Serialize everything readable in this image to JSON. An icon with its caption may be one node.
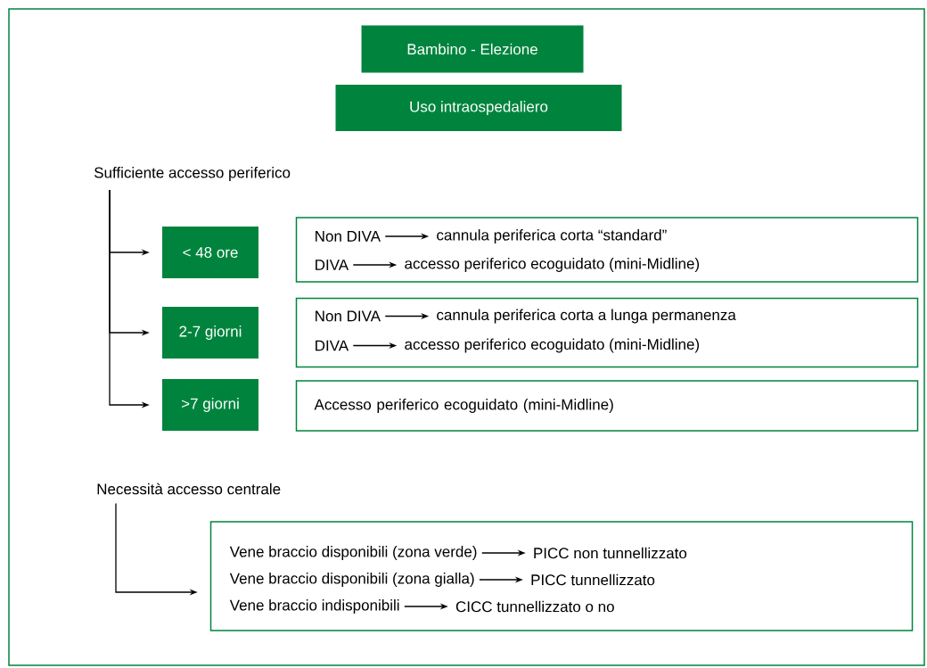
{
  "diagram": {
    "nodes": [
      {
        "text": [
          "Bambino - Elezione"
        ]
      },
      {
        "text": [
          "Uso intraospedaliero"
        ]
      },
      {
        "text": [
          "Sufficiente accesso periferico"
        ]
      },
      {
        "text": [
          "< 48 ore"
        ]
      },
      {
        "text": [],
        "shape": "box"
      },
      {
        "text": [
          "Non DIVA"
        ],
        "in": 4
      },
      {
        "text": [
          "cannula periferica corta “standard”"
        ],
        "in": 4
      },
      {
        "text": [
          "DIVA"
        ],
        "in": 4
      },
      {
        "text": [
          "accesso periferico ecoguidato (mini-Midline)"
        ],
        "in": 4
      },
      {
        "text": [
          "2-7 giorni"
        ]
      },
      {
        "text": [],
        "shape": "box"
      },
      {
        "text": [
          "Non DIVA"
        ],
        "in": 10
      },
      {
        "text": [
          "cannula periferica corta a lunga permanenza"
        ],
        "in": 10
      },
      {
        "text": [
          "DIVA"
        ],
        "in": 10
      },
      {
        "text": [
          "accesso periferico ecoguidato (mini-Midline)"
        ],
        "in": 10
      },
      {
        "text": [
          ">7 giorni"
        ]
      },
      {
        "text": [
          "Accesso periferico ecoguidato (mini-Midline)"
        ]
      },
      {
        "text": [
          "Necessità accesso centrale"
        ]
      },
      {
        "text": [],
        "shape": "box"
      },
      {
        "text": [
          "Vene braccio disponibili (zona verde)"
        ],
        "in": 18
      },
      {
        "text": [
          "PICC non tunnellizzato"
        ],
        "in": 18
      },
      {
        "text": [
          "Vene braccio disponibili (zona gialla)"
        ],
        "in": 18
      },
      {
        "text": [
          "PICC tunnellizzato"
        ],
        "in": 18
      },
      {
        "text": [
          "Vene braccio indisponibili"
        ],
        "in": 18
      },
      {
        "text": [
          "CICC tunnellizzato o no"
        ],
        "in": 18
      }
    ],
    "edges": [
      {
        "from": 2,
        "to": 3,
        "arrow": "to"
      },
      {
        "from": 2,
        "to": 9,
        "arrow": "to"
      },
      {
        "from": 2,
        "to": 15,
        "arrow": "to"
      },
      {
        "from": 5,
        "to": 6,
        "arrow": "to"
      },
      {
        "from": 7,
        "to": 8,
        "arrow": "to"
      },
      {
        "from": 11,
        "to": 12,
        "arrow": "to"
      },
      {
        "from": 13,
        "to": 14,
        "arrow": "to"
      },
      {
        "from": 17,
        "to": 18,
        "arrow": "to"
      },
      {
        "from": 19,
        "to": 20,
        "arrow": "to"
      },
      {
        "from": 21,
        "to": 22,
        "arrow": "to"
      },
      {
        "from": 23,
        "to": 24,
        "arrow": "to"
      }
    ]
  }
}
